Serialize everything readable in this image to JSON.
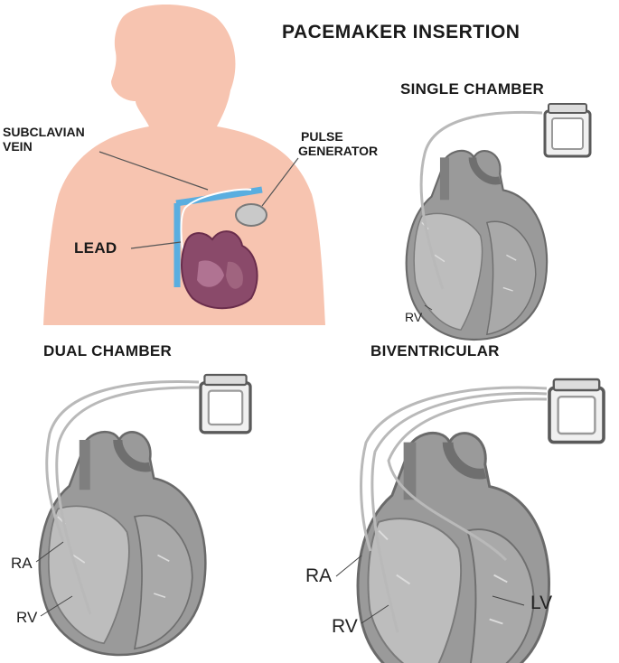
{
  "title": "PACEMAKER INSERTION",
  "labels": {
    "subclavian_vein": [
      "SUBCLAVIAN",
      "VEIN"
    ],
    "pulse_generator": [
      "PULSE",
      "GENERATOR"
    ],
    "lead": "LEAD"
  },
  "panels": {
    "single": {
      "title": "SINGLE CHAMBER",
      "rv": "RV"
    },
    "dual": {
      "title": "DUAL CHAMBER",
      "ra": "RA",
      "rv": "RV"
    },
    "biv": {
      "title": "BIVENTRICULAR",
      "ra": "RA",
      "rv": "RV",
      "lv": "LV"
    }
  },
  "colors": {
    "skin": "#f7c4b0",
    "heart": "#8a4a6a",
    "vein": "#5aaee0",
    "device": "#e8e8e8",
    "heart_gray": "#8c8c8c"
  }
}
